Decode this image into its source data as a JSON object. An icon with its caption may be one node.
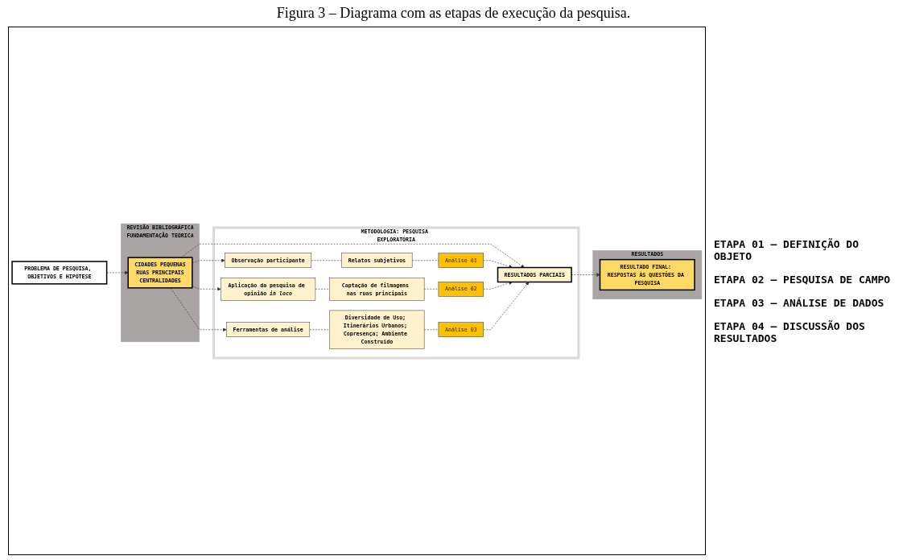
{
  "diagram": {
    "title": "Figura 3 – Diagrama com as etapas de execução da pesquisa.",
    "nodes": [
      {
        "text": [
          "PROBLEMA DE PESQUISA, OBJETIVOS E HIPÓTESE"
        ]
      },
      {
        "text": [
          "REVISÃO BIBLIOGRÁFICA",
          "FUNDAMENTAÇÃO TEÓRICA"
        ]
      },
      {
        "text": [
          "CIDADES PEQUENAS",
          "RUAS PRINCIPAIS",
          "CENTRALIDADES"
        ],
        "in": 1
      },
      {
        "text": [
          "METODOLOGIA: PESQUISA EXPLORATÓRIA"
        ]
      },
      {
        "text": [
          "Observação participante"
        ],
        "in": 3
      },
      {
        "text": [
          "Relatos subjetivos"
        ],
        "in": 3
      },
      {
        "text": [
          "Análise 01"
        ],
        "in": 3
      },
      {
        "text": [
          "Aplicação da pesquisa de opinião *in loco*"
        ],
        "in": 3
      },
      {
        "text": [
          "Captação de filmagens nas ruas principais"
        ],
        "in": 3
      },
      {
        "text": [
          "Análise 02"
        ],
        "in": 3
      },
      {
        "text": [
          "Ferramentas de análise"
        ],
        "in": 3
      },
      {
        "text": [
          "Diversidade de Uso; Itinerários Urbanos; Copresença; Ambiente Construído"
        ],
        "in": 3
      },
      {
        "text": [
          "Análise 03"
        ],
        "in": 3
      },
      {
        "text": [
          "RESULTADOS PARCIAIS"
        ],
        "in": 3
      },
      {
        "text": [
          "RESULTADOS"
        ]
      },
      {
        "text": [
          "RESULTADO FINAL: RESPOSTAS ÀS QUESTÕES DA PESQUISA"
        ],
        "in": 14
      }
    ],
    "edges": [
      {
        "from": 0,
        "to": 2,
        "arrow": "to",
        "style": "dashed"
      },
      {
        "from": 2,
        "to": 4,
        "arrow": "to",
        "style": "dashed"
      },
      {
        "from": 2,
        "to": 7,
        "arrow": "to",
        "style": "dashed"
      },
      {
        "from": 2,
        "to": 10,
        "arrow": "to",
        "style": "dashed"
      },
      {
        "from": 2,
        "to": 13,
        "arrow": "to",
        "style": "dashed"
      },
      {
        "from": 4,
        "to": 5,
        "arrow": "none",
        "style": "dashed"
      },
      {
        "from": 5,
        "to": 6,
        "arrow": "none",
        "style": "dashed"
      },
      {
        "from": 7,
        "to": 8,
        "arrow": "none",
        "style": "dashed"
      },
      {
        "from": 8,
        "to": 9,
        "arrow": "none",
        "style": "dashed"
      },
      {
        "from": 10,
        "to": 11,
        "arrow": "none",
        "style": "dashed"
      },
      {
        "from": 11,
        "to": 12,
        "arrow": "none",
        "style": "dashed"
      },
      {
        "from": 6,
        "to": 13,
        "arrow": "to",
        "style": "dashed"
      },
      {
        "from": 9,
        "to": 13,
        "arrow": "to",
        "style": "dashed"
      },
      {
        "from": 12,
        "to": 13,
        "arrow": "to",
        "style": "dashed"
      },
      {
        "from": 13,
        "to": 15,
        "arrow": "to",
        "style": "dashed"
      }
    ],
    "labels": [
      "ETAPA 01 – DEFINIÇÃO DO OBJETO",
      "ETAPA 02 – PESQUISA DE CAMPO",
      "ETAPA 03 – ANÁLISE DE DADOS",
      "ETAPA 04 – DISCUSSÃO DOS RESULTADOS"
    ]
  }
}
